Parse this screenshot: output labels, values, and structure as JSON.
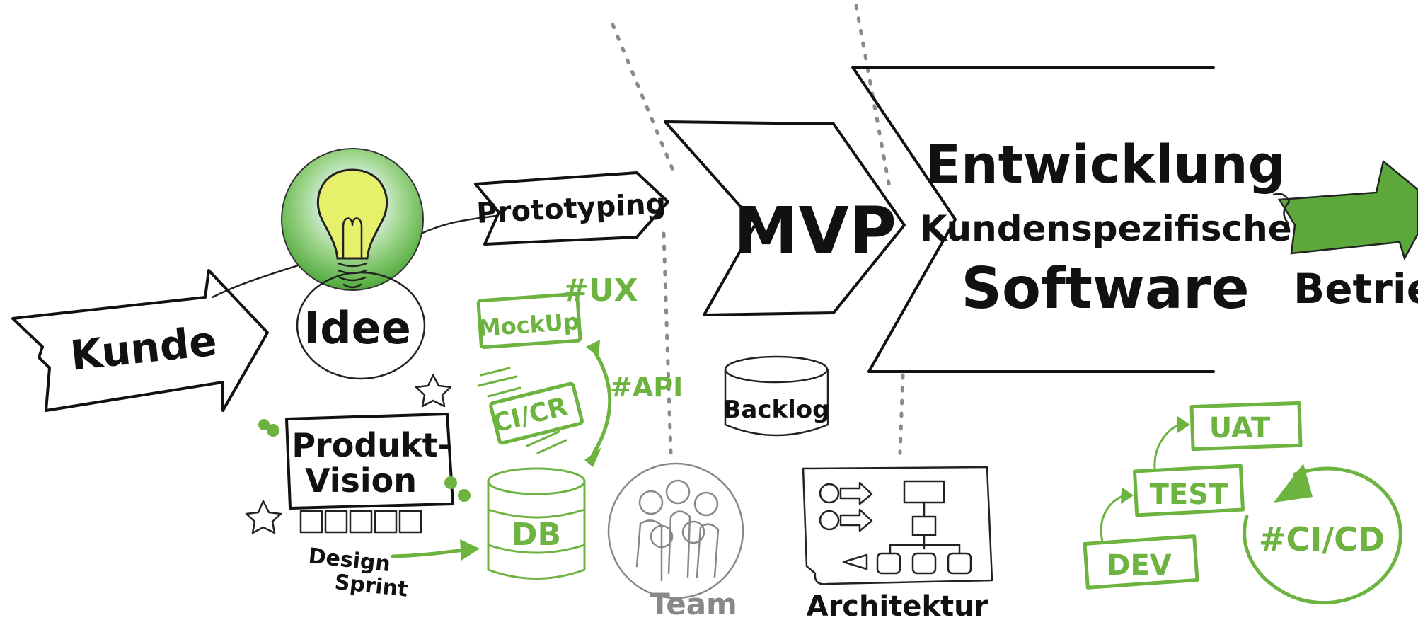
{
  "labels": {
    "kunde": "Kunde",
    "idee": "Idee",
    "prototyping": "Prototyping",
    "mvp": "MVP",
    "entwicklung_line1": "Entwicklung",
    "entwicklung_line2": "Kundenspezifischer",
    "entwicklung_line3": "Software",
    "betrieb": "Betrieb",
    "ux": "#UX",
    "mockup": "MockUp",
    "api": "#API",
    "cicr": "CI/CR",
    "backlog": "Backlog",
    "produkt_vision_line1": "Produkt-",
    "produkt_vision_line2": "Vision",
    "design_sprint_line1": "Design",
    "design_sprint_line2": "Sprint",
    "db": "DB",
    "team": "Team",
    "architektur": "Architektur",
    "uat": "UAT",
    "test": "TEST",
    "dev": "DEV",
    "cicd": "#CI/CD"
  },
  "icons": {
    "lightbulb": "lightbulb-icon",
    "database": "database-icon",
    "team": "team-icon",
    "architecture": "architecture-diagram-icon",
    "star": "star-icon",
    "cycle_arrow": "cycle-arrow-icon"
  },
  "colors": {
    "ink": "#111111",
    "accent_green": "#6cb33f",
    "muted_gray": "#888888"
  }
}
